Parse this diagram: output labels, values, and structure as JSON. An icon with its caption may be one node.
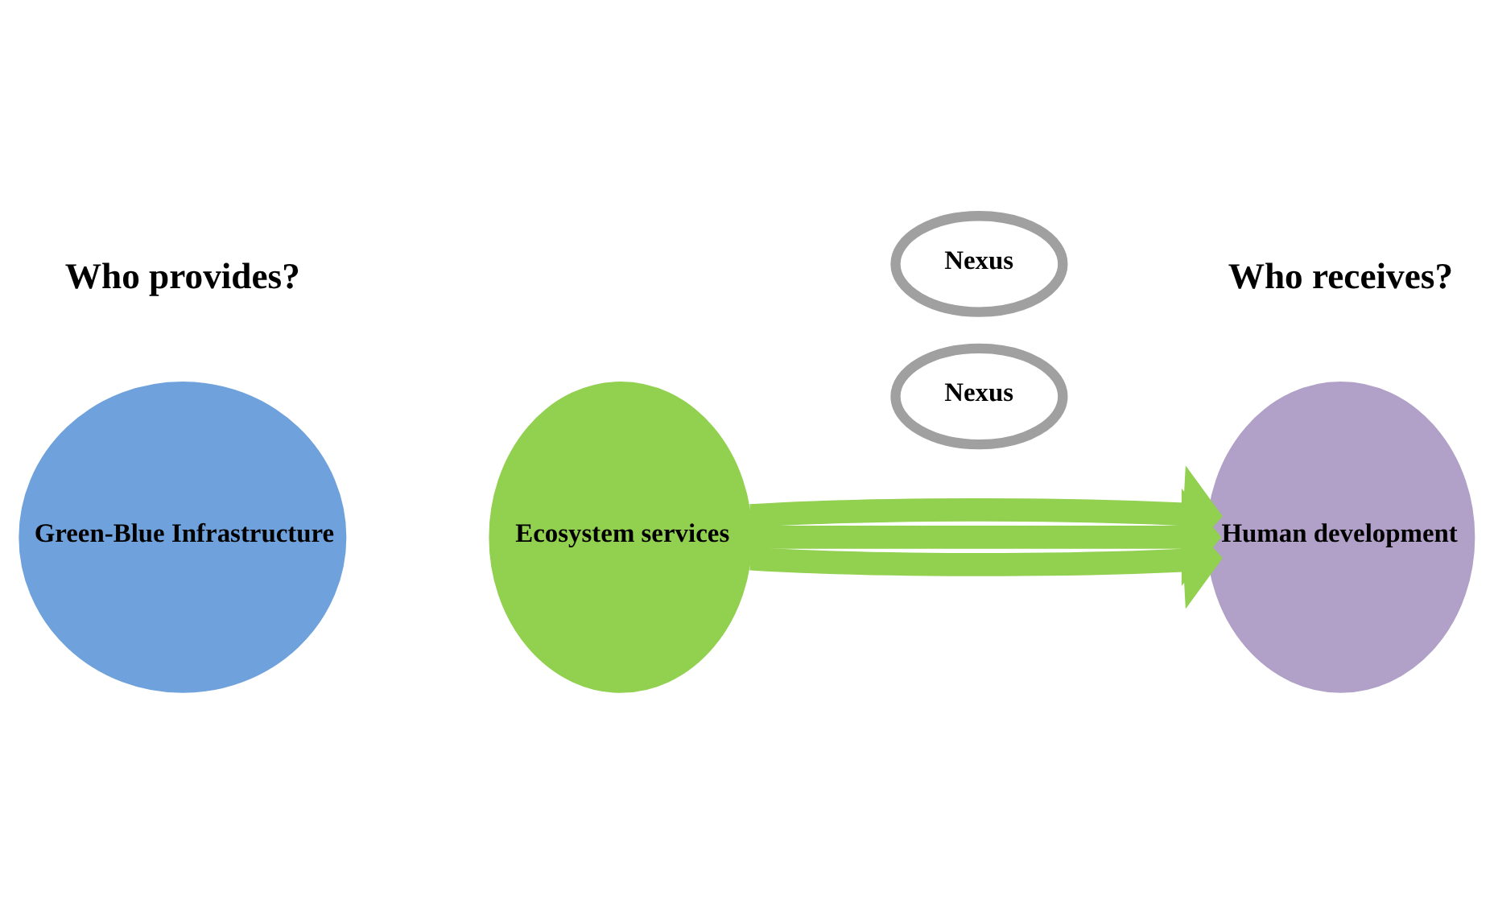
{
  "diagram": {
    "nodes": [
      {
        "text": [
          "Green-Blue Infrastructure"
        ]
      },
      {
        "text": [
          "Ecosystem services"
        ]
      },
      {
        "text": [
          "Nexus"
        ]
      },
      {
        "text": [
          "Nexus"
        ]
      },
      {
        "text": [
          "Human development"
        ]
      }
    ],
    "edges": [
      {
        "from": 1,
        "to": 4,
        "arrow": "to",
        "color": "#92d050"
      },
      {
        "from": 1,
        "to": 4,
        "arrow": "to",
        "color": "#92d050"
      },
      {
        "from": 1,
        "to": 4,
        "arrow": "to",
        "color": "#92d050"
      }
    ],
    "labels": [
      "Who provides?",
      "Who receives?"
    ]
  }
}
